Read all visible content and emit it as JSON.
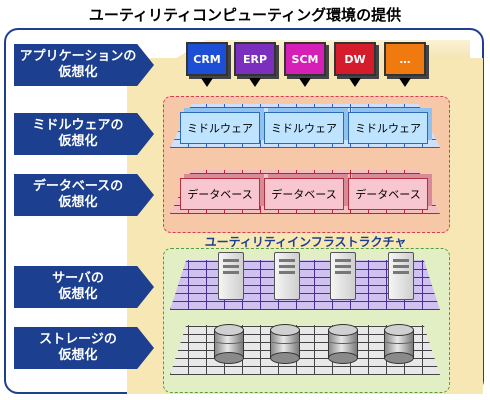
{
  "title": "ユーティリティコンピューティング環境の提供",
  "layers": [
    {
      "label": "アプリケーションの\n仮想化"
    },
    {
      "label": "ミドルウェアの\n仮想化"
    },
    {
      "label": "データベースの\n仮想化"
    },
    {
      "label": "サーバの\n仮想化"
    },
    {
      "label": "ストレージの\n仮想化"
    }
  ],
  "apps": [
    {
      "label": "CRM",
      "color": "#1c4fd6"
    },
    {
      "label": "ERP",
      "color": "#7a2fbf"
    },
    {
      "label": "SCM",
      "color": "#d61fb7"
    },
    {
      "label": "DW",
      "color": "#d41c2c"
    },
    {
      "label": "…",
      "color": "#f07a10"
    }
  ],
  "middleware": [
    "ミドルウェア",
    "ミドルウェア",
    "ミドルウェア"
  ],
  "databases": [
    "データベース",
    "データベース",
    "データベース"
  ],
  "infrastructure_title": "ユーティリティインフラストラクチャ",
  "servers_count": 4,
  "storage_count": 4
}
